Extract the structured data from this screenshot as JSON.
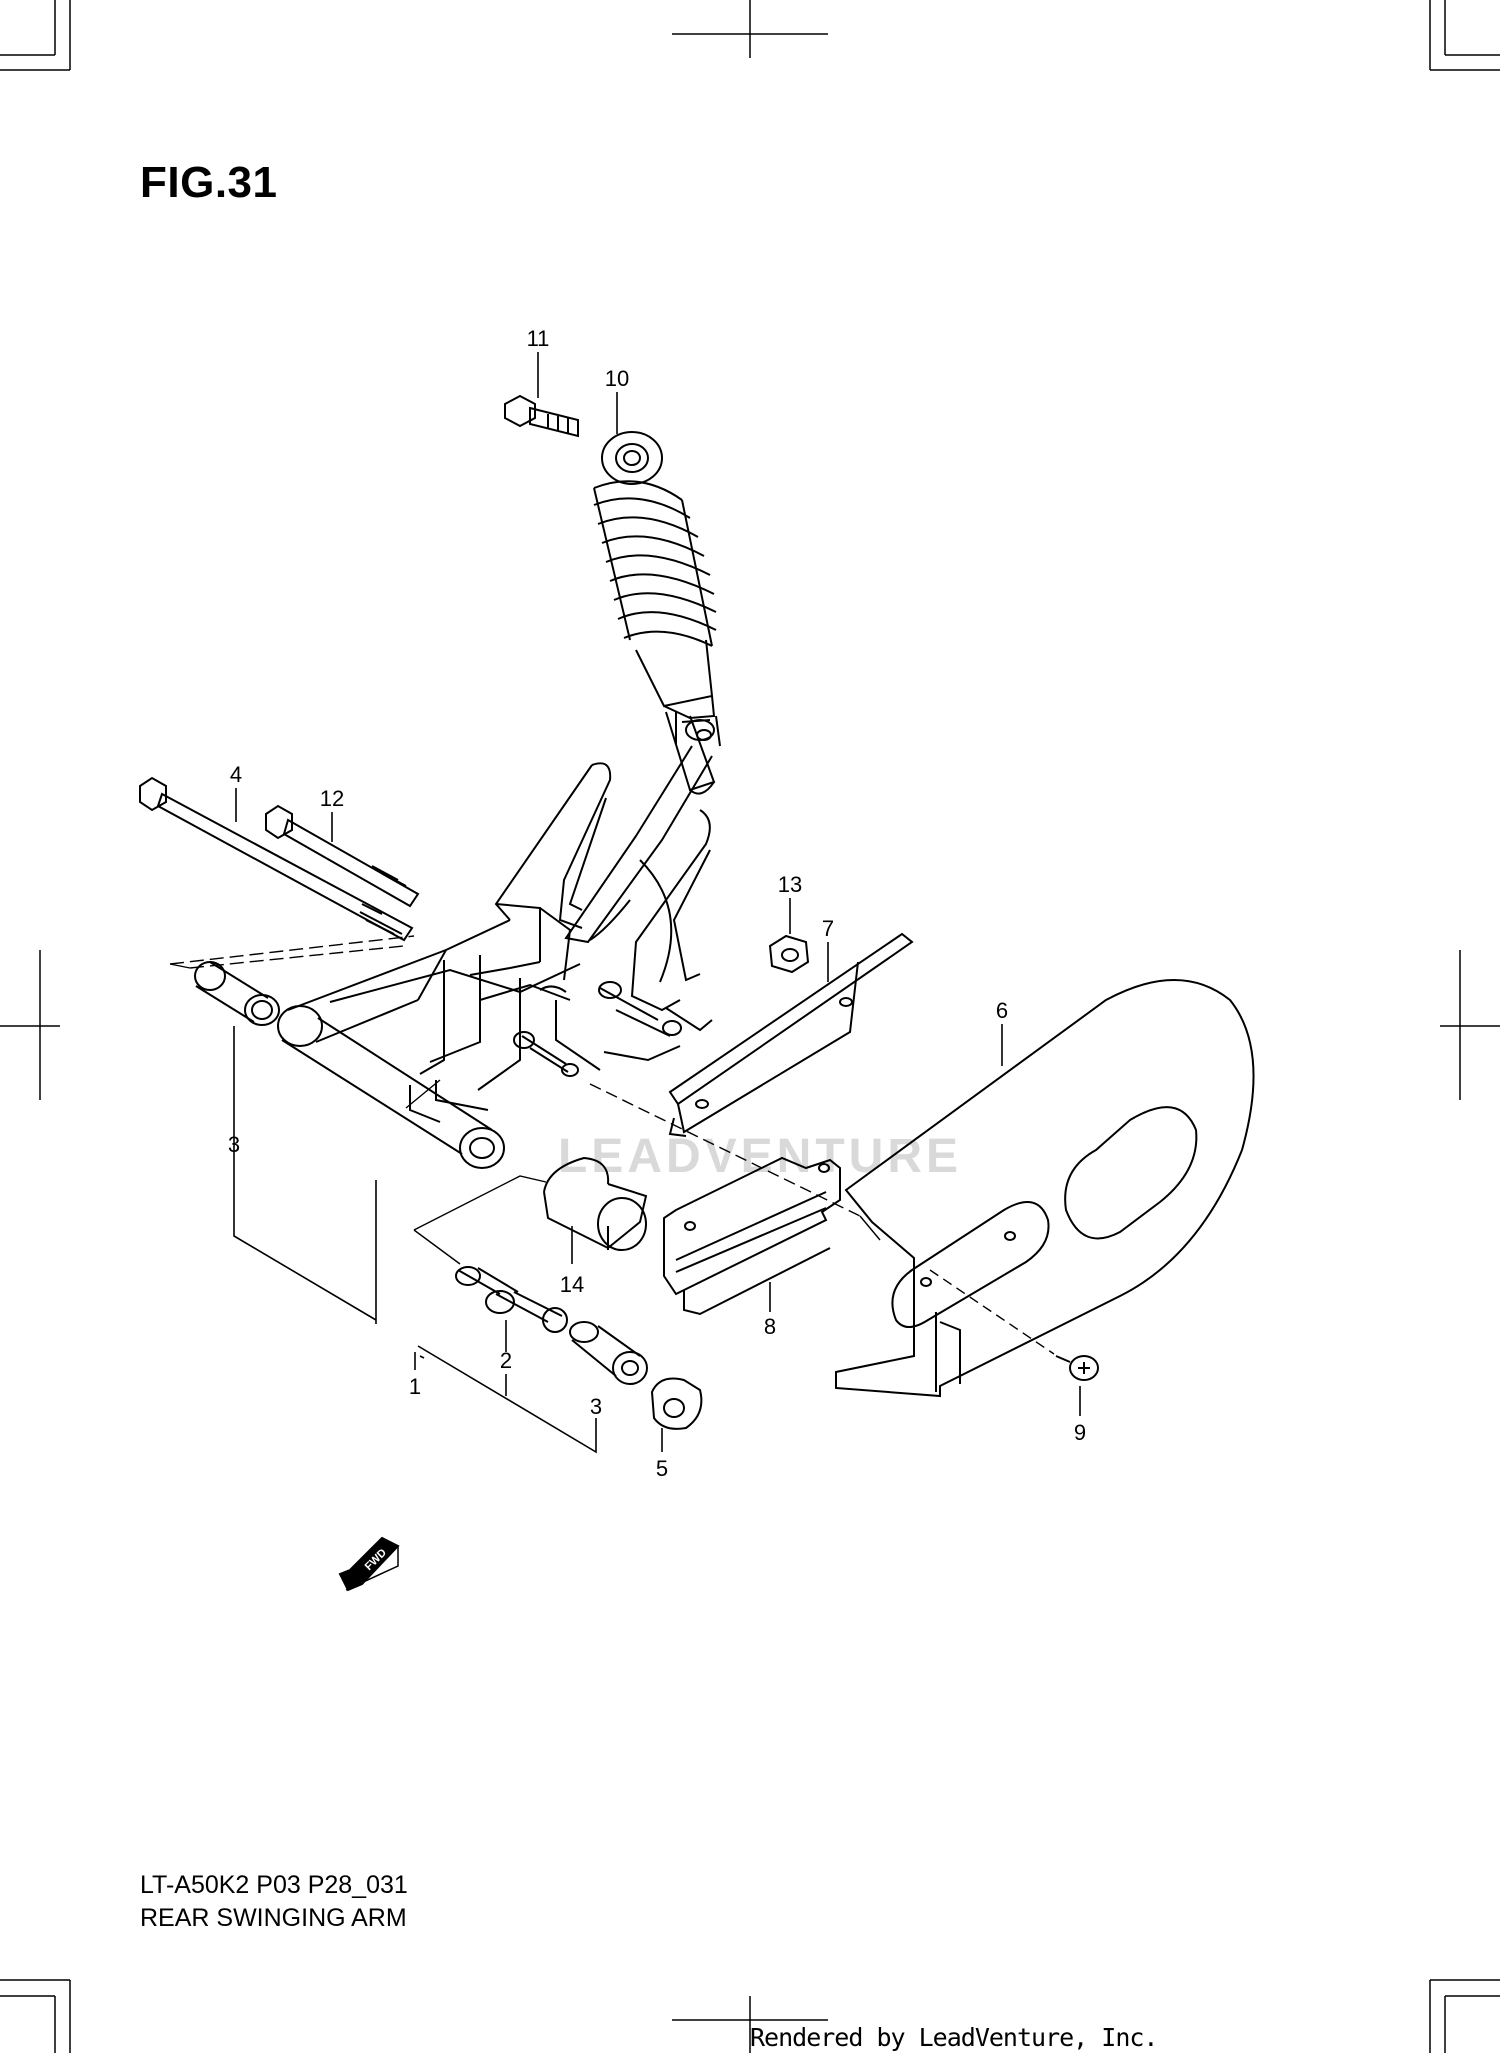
{
  "figure": {
    "title": "FIG.31",
    "code": "LT-A50K2 P03 P28_031",
    "description": "REAR SWINGING ARM",
    "credit": "Rendered by LeadVenture, Inc.",
    "watermark": "LEADVENTURE",
    "fwd_label": "FWD"
  },
  "callouts": [
    {
      "id": "1",
      "label": "1",
      "part": "swinging-arm"
    },
    {
      "id": "2",
      "label": "2",
      "part": "spacer"
    },
    {
      "id": "3a",
      "label": "3",
      "part": "bushing"
    },
    {
      "id": "3b",
      "label": "3",
      "part": "bushing"
    },
    {
      "id": "4",
      "label": "4",
      "part": "pivot-bolt"
    },
    {
      "id": "5",
      "label": "5",
      "part": "nut"
    },
    {
      "id": "6",
      "label": "6",
      "part": "chain-case"
    },
    {
      "id": "7",
      "label": "7",
      "part": "chain-guide-upper"
    },
    {
      "id": "8",
      "label": "8",
      "part": "chain-guide-lower"
    },
    {
      "id": "9",
      "label": "9",
      "part": "screw"
    },
    {
      "id": "10",
      "label": "10",
      "part": "rear-shock-absorber"
    },
    {
      "id": "11",
      "label": "11",
      "part": "shock-bolt"
    },
    {
      "id": "12",
      "label": "12",
      "part": "bolt"
    },
    {
      "id": "13",
      "label": "13",
      "part": "nut"
    },
    {
      "id": "14",
      "label": "14",
      "part": "cushion"
    }
  ],
  "colors": {
    "line": "#000000",
    "background": "#ffffff",
    "watermark": "#d9d9d9"
  }
}
